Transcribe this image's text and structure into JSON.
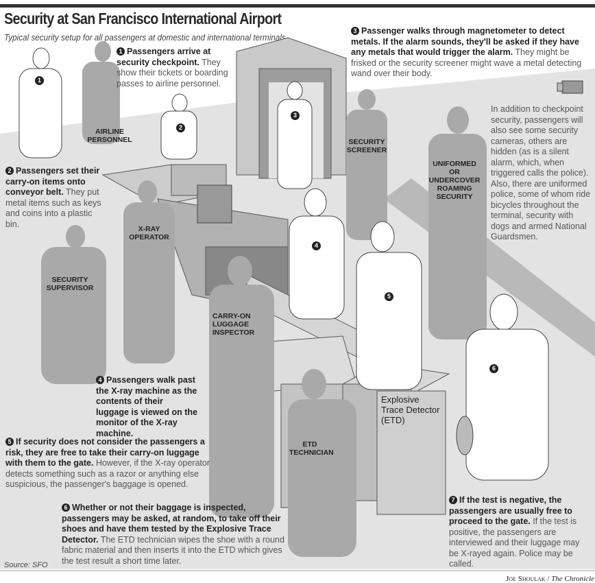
{
  "header": {
    "title": "Security at San Francisco International Airport",
    "subtitle": "Typical security setup for all passengers at domestic and international terminals."
  },
  "steps": [
    {
      "num": "1",
      "bold": "Passengers arrive at security checkpoint.",
      "text": " They show their tickets or boarding passes to airline personnel."
    },
    {
      "num": "2",
      "bold": "Passengers set their carry-on items onto conveyor belt.",
      "text": " They put metal items such as keys and coins into a plastic bin."
    },
    {
      "num": "3",
      "bold": "Passenger walks through magnetometer to detect metals. If the alarm sounds, they'll be asked if they have any metals that would trigger the alarm.",
      "text": " They might be frisked or the security screener might wave a metal detecting wand over their body."
    },
    {
      "num": "4",
      "bold": "Passengers walk past the X-ray machine as the contents of their luggage is viewed on the monitor of the X-ray machine.",
      "text": ""
    },
    {
      "num": "5",
      "bold": "If security does not consider the passengers a risk, they are free to take their carry-on luggage with them to the gate.",
      "text": " However, if the X-ray operator detects something such as a razor or anything else suspicious, the passenger's baggage is opened."
    },
    {
      "num": "6",
      "bold": "Whether or not their baggage is inspected, passengers may be asked, at random, to take off their shoes and have them tested by the Explosive Trace Detector.",
      "text": " The ETD technician wipes the shoe with a round fabric material and then inserts it into the ETD which gives the test result a short time later."
    },
    {
      "num": "7",
      "bold": "If the test is negative, the passengers are usually free to proceed to the gate.",
      "text": " If the test is positive, the passengers are interviewed and their luggage may be X-rayed again. Police may be called."
    }
  ],
  "side_note": "In addition to checkpoint security, passengers will also see some security cameras, others are hidden (as is a silent alarm, which, when triggered calls the police). Also, there are uniformed police, some of whom ride bicycles throughout the terminal, security with dogs and armed National Guardsmen.",
  "labels": {
    "airline_personnel": "AIRLINE PERSONNEL",
    "security_screener": "SECURITY SCREENER",
    "roaming_security": "UNIFORMED OR UNDERCOVER ROAMING SECURITY",
    "xray_operator": "X-RAY OPERATOR",
    "security_supervisor": "SECURITY SUPERVISOR",
    "luggage_inspector": "CARRY-ON LUGGAGE INSPECTOR",
    "etd_technician": "ETD TECHNICIAN",
    "etd_machine": "Explosive Trace Detector (ETD)"
  },
  "figure_numbers": [
    "1",
    "2",
    "3",
    "4",
    "5",
    "6"
  ],
  "footer": {
    "source": "Source: SFO",
    "credit_name": "Joe Shoulak",
    "credit_sep": " / ",
    "credit_pub": "The Chronicle"
  },
  "colors": {
    "floor": "#e3e3e3",
    "figure_dark": "#a9a9a9",
    "figure_light": "#ffffff",
    "ink": "#222222"
  }
}
